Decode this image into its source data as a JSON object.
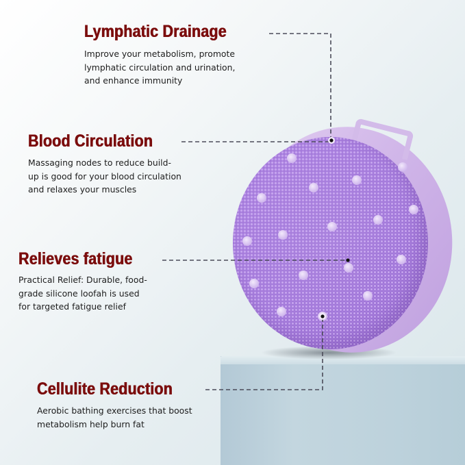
{
  "colors": {
    "heading": "#7b0d0d",
    "body_text": "#1d1d1d",
    "connector": "#4a4a58",
    "brush": "#a97fdd",
    "pedestal": "#bdd2dc"
  },
  "features": [
    {
      "title": "Lymphatic Drainage",
      "description": "Improve your metabolism, promote\nlymphatic circulation and urination,\nand enhance immunity"
    },
    {
      "title": "Blood Circulation",
      "description": "Massaging nodes to reduce build-\nup is good for your blood circulation\nand relaxes your muscles"
    },
    {
      "title": "Relieves fatigue",
      "description": "Practical Relief: Durable, food-\ngrade silicone loofah is used\nfor targeted fatigue relief"
    },
    {
      "title": "Cellulite Reduction",
      "description": "Aerobic bathing exercises that boost\nmetabolism help burn fat"
    }
  ],
  "product": {
    "name": "silicone-body-scrubber",
    "icon": "brush-icon"
  }
}
